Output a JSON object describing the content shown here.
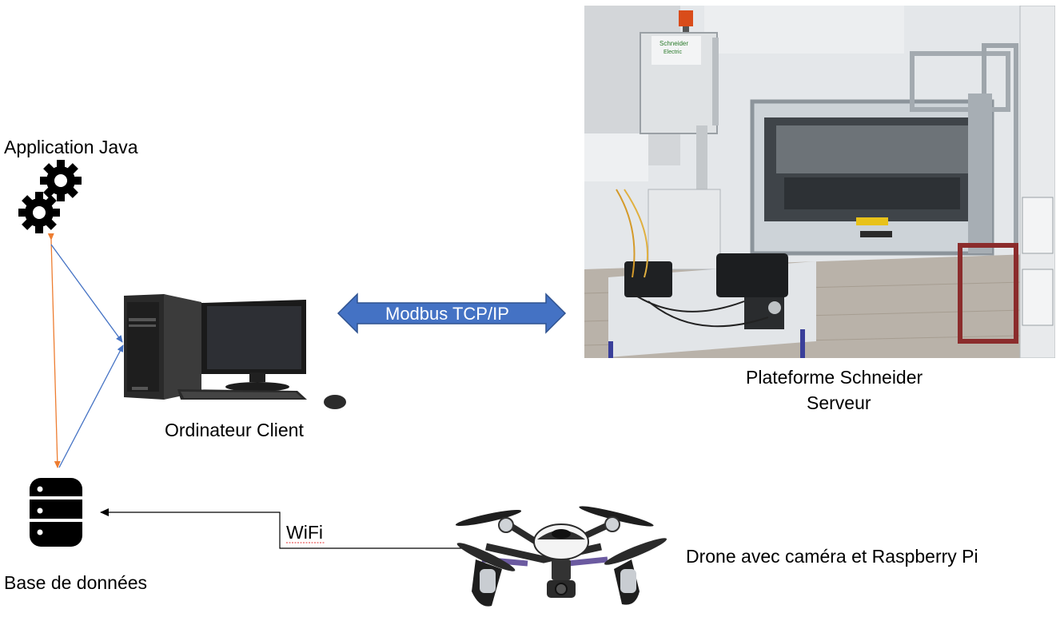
{
  "labels": {
    "app": "Application Java",
    "client": "Ordinateur Client",
    "db": "Base de données",
    "platform_line1": "Plateforme Schneider",
    "platform_line2": "Serveur",
    "drone": "Drone avec caméra et Raspberry Pi",
    "wifi": "WiFi",
    "protocol": "Modbus TCP/IP"
  },
  "colors": {
    "arrow_blue": "#4472C4",
    "arrow_orange": "#ED7D31",
    "big_arrow_fill": "#4472C4",
    "big_arrow_stroke": "#2F528F",
    "wifi_underline": "#E03030"
  },
  "icons": [
    "gears-icon",
    "database-icon",
    "computer-icon",
    "drone-icon"
  ],
  "photo": {
    "brand": "Schneider",
    "brand_sub": "Electric"
  }
}
